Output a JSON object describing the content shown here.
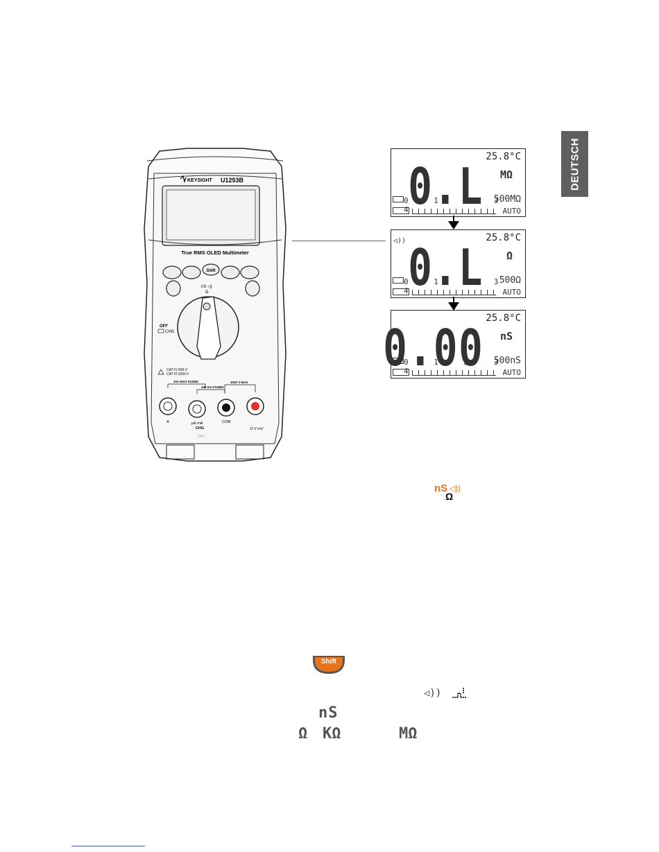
{
  "side_tab": {
    "label": "DEUTSCH"
  },
  "meter": {
    "brand": "KEYSIGHT",
    "model": "U1253B",
    "caption": "True RMS OLED Multimeter",
    "shift_key": "Shift",
    "dial_top_label": "nS ◁)",
    "dial_omega": "Ω",
    "off_label": "OFF",
    "chg_label": "CHG",
    "cat_label_1": "CAT IV 600 V",
    "cat_label_2": "CAT III 1000 V",
    "fused_10a": "10A MAX FUSED",
    "fused_440": "440 mA FUSED",
    "max_1000v": "1000 V MAX",
    "terminal_a": "A",
    "terminal_ua": "µA·mA",
    "terminal_chg": "CHG",
    "terminal_out": "OUT",
    "terminal_com": "COM",
    "terminal_v": "Ω V mV"
  },
  "displays": [
    {
      "temp": "25.8°C",
      "reading": "0.L",
      "unit": "MΩ",
      "range": "500MΩ",
      "auto": "AUTO",
      "scale": "0 1 2 3 4",
      "flag": ""
    },
    {
      "temp": "25.8°C",
      "reading": "0.L",
      "unit": "Ω",
      "range": "500Ω",
      "auto": "AUTO",
      "scale": "0 1 2 3 4",
      "flag": "◁))"
    },
    {
      "temp": "25.8°C",
      "reading": "0.00",
      "unit": "nS",
      "range": "500nS",
      "auto": "AUTO",
      "scale": "0 1 2 3 4",
      "flag": ""
    }
  ],
  "dial_icon": {
    "ns": "nS",
    "omega": "Ω"
  },
  "shift_button": {
    "label": "Shift"
  },
  "symbols": {
    "continuity": "◁))",
    "ns": "nS",
    "ohm": "Ω",
    "kohm": "KΩ",
    "mohm": "MΩ"
  },
  "colors": {
    "accent_orange": "#e8731a",
    "tab_gray": "#5f5f5f",
    "link_blue": "#4b5fa6",
    "callout_red": "#c0394b"
  }
}
